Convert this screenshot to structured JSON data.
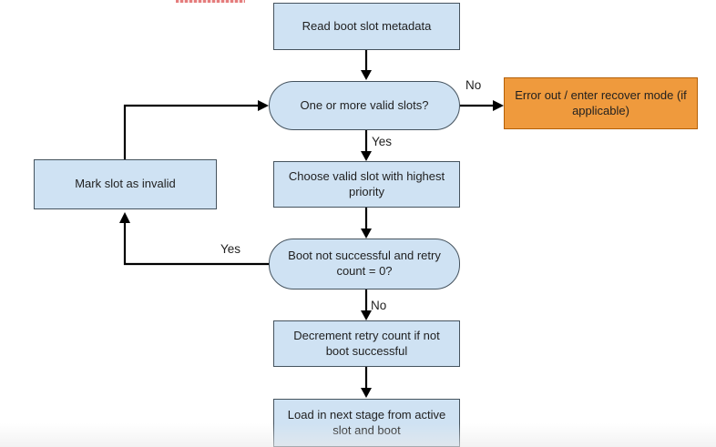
{
  "diagram": {
    "type": "flowchart",
    "nodes": {
      "read_metadata": {
        "label": "Read boot slot metadata",
        "shape": "process"
      },
      "valid_slots": {
        "label": "One or more valid slots?",
        "shape": "decision"
      },
      "error_out": {
        "label": "Error out / enter recover mode (if applicable)",
        "shape": "process"
      },
      "choose_slot": {
        "label": "Choose valid slot with highest priority",
        "shape": "process"
      },
      "boot_check": {
        "label": "Boot not successful and retry count = 0?",
        "shape": "decision"
      },
      "mark_invalid": {
        "label": "Mark slot as invalid",
        "shape": "process"
      },
      "decrement": {
        "label": "Decrement retry count if not boot successful",
        "shape": "process"
      },
      "load_stage": {
        "label": "Load in next stage from active slot and boot",
        "shape": "process"
      }
    },
    "edge_labels": {
      "valid_slots_no": "No",
      "valid_slots_yes": "Yes",
      "boot_check_yes": "Yes",
      "boot_check_no": "No"
    },
    "edges": [
      "read_metadata -> valid_slots",
      "valid_slots -No-> error_out",
      "valid_slots -Yes-> choose_slot",
      "choose_slot -> boot_check",
      "boot_check -Yes-> mark_invalid",
      "mark_invalid -> valid_slots",
      "boot_check -No-> decrement",
      "decrement -> load_stage"
    ],
    "colors": {
      "node_fill": "#cfe2f3",
      "node_border": "#45535e",
      "error_fill": "#ef9a3d",
      "error_border": "#b45f06",
      "arrow": "#000000",
      "text": "#1f1f1f",
      "artifact_red": "#e06666"
    }
  }
}
